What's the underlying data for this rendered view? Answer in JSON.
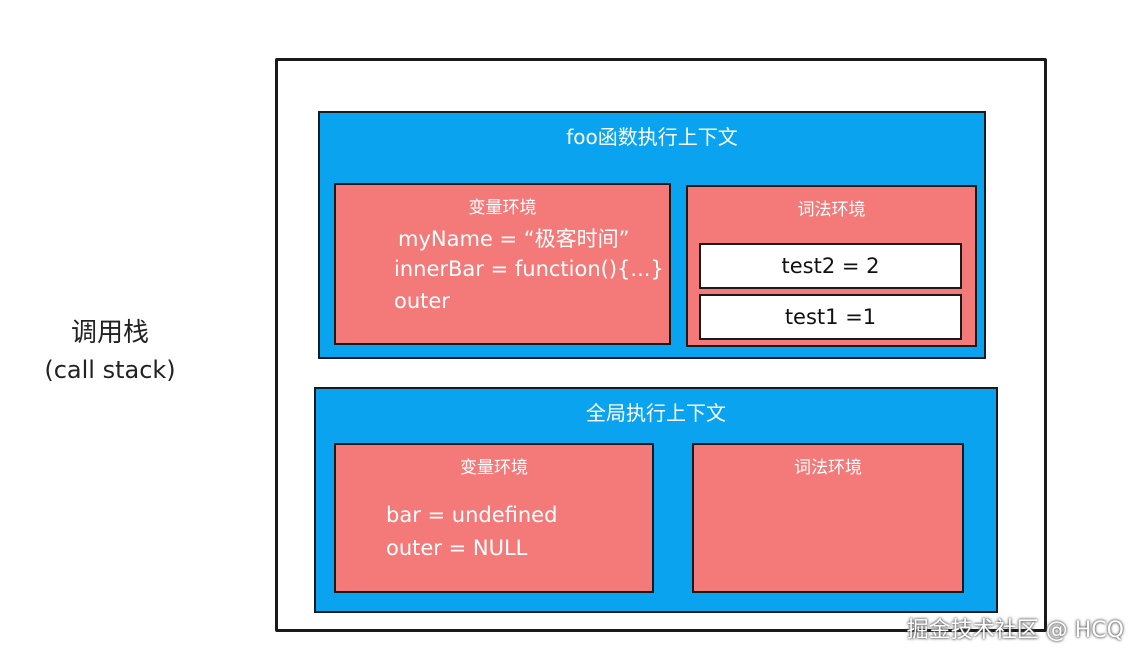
{
  "call_stack_label": {
    "line1": "调用栈",
    "line2": "(call stack)"
  },
  "foo_context": {
    "title": "foo函数执行上下文",
    "variable_env": {
      "title": "变量环境",
      "lines": [
        "myName = “极客时间”",
        "innerBar = function(){...}",
        "outer"
      ]
    },
    "lexical_env": {
      "title": "词法环境",
      "items": [
        "test2 = 2",
        "test1 =1"
      ]
    }
  },
  "global_context": {
    "title": "全局执行上下文",
    "variable_env": {
      "title": "变量环境",
      "lines": [
        "bar =  undefined",
        "outer = NULL"
      ]
    },
    "lexical_env": {
      "title": "词法环境"
    }
  },
  "watermark": "掘金技术社区 @ HCQ",
  "colors": {
    "context_bg": "#0aa3ef",
    "env_bg": "#f47a7a",
    "border": "#1a1a1a"
  }
}
